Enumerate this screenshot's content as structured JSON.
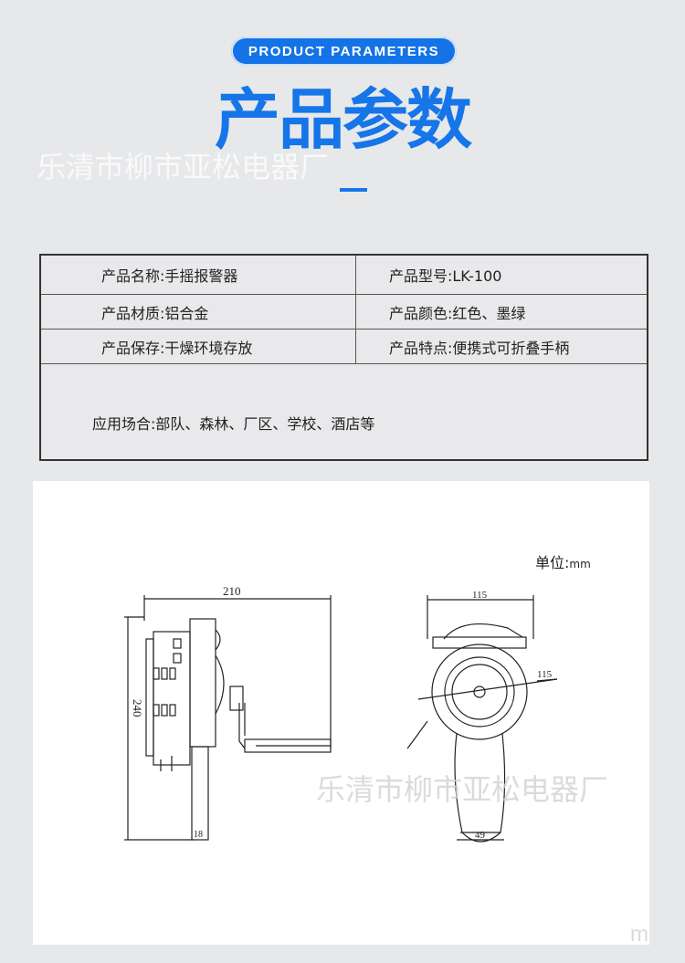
{
  "header": {
    "badge": "PRODUCT PARAMETERS",
    "title": "产品参数",
    "watermark": "乐清市柳市亚松电器厂"
  },
  "params": {
    "name": "产品名称:手摇报警器",
    "model": "产品型号:LK-100",
    "material": "产品材质:铝合金",
    "color": "产品颜色:红色、墨绿",
    "storage": "产品保存:干燥环境存放",
    "feature": "产品特点:便携式可折叠手柄",
    "usage": "应用场合:部队、森林、厂区、学校、酒店等"
  },
  "drawing": {
    "unit_label": "单位:",
    "unit": "mm",
    "dim_width": "210",
    "dim_height": "240",
    "dim_base": "18",
    "dim_front_width": "115",
    "dim_front_right": "115",
    "dim_handle": "49",
    "watermark": "乐清市柳市亚松电器厂",
    "watermark_tail": "m"
  },
  "colors": {
    "accent": "#1675e9",
    "background": "#e7e8ea"
  }
}
